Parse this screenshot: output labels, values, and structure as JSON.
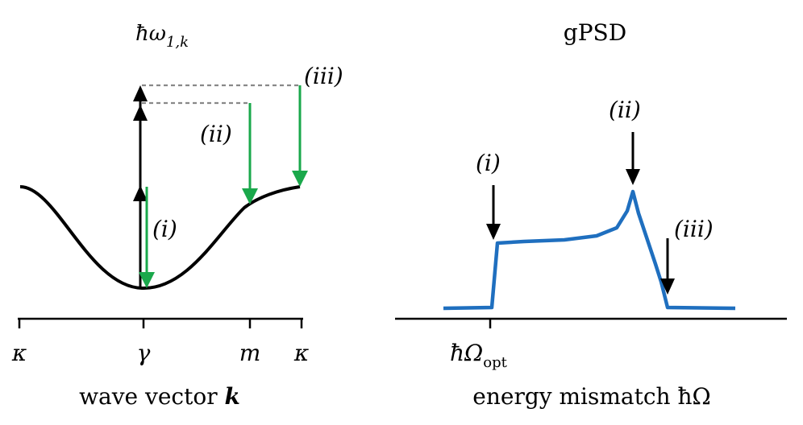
{
  "left_panel": {
    "title": {
      "main": "ħω",
      "sub": "1,k"
    },
    "xlabel": {
      "main": "wave vector ",
      "bold": "k"
    },
    "ticks": [
      "κ",
      "γ",
      "m",
      "κ"
    ],
    "annotations": {
      "i": "(i)",
      "ii": "(ii)",
      "iii": "(iii)"
    },
    "colors": {
      "curve": "#000000",
      "up_arrows": "#000000",
      "down_arrows": "#1aa84b",
      "guides": "#888888"
    }
  },
  "right_panel": {
    "title": "gPSD",
    "xlabel": "energy mismatch ħΩ",
    "tick": {
      "main": "ħΩ",
      "sub": "opt"
    },
    "annotations": {
      "i": "(i)",
      "ii": "(ii)",
      "iii": "(iii)"
    },
    "colors": {
      "curve": "#1f6fbf",
      "arrows": "#000000"
    }
  }
}
